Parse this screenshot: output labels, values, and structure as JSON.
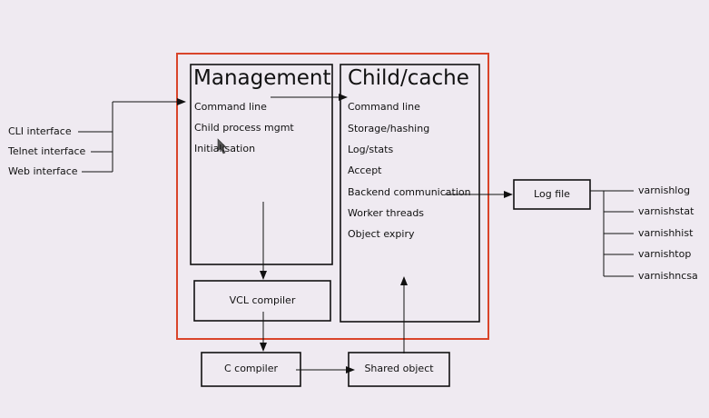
{
  "inputs": [
    "CLI interface",
    "Telnet interface",
    "Web interface"
  ],
  "management": {
    "title": "Management",
    "items": [
      "Command line",
      "Child process mgmt",
      "Initialisation"
    ]
  },
  "child": {
    "title": "Child/cache",
    "items": [
      "Command line",
      "Storage/hashing",
      "Log/stats",
      "Accept",
      "Backend communication",
      "Worker threads",
      "Object expiry"
    ]
  },
  "boxes": {
    "vcl_compiler": "VCL compiler",
    "c_compiler": "C compiler",
    "shared_object": "Shared object",
    "log_file": "Log file"
  },
  "tools": [
    "varnishlog",
    "varnishstat",
    "varnishhist",
    "varnishtop",
    "varnishncsa"
  ],
  "colors": {
    "outer_border": "#d9442a",
    "line": "#111111",
    "background": "#efeaf1"
  }
}
